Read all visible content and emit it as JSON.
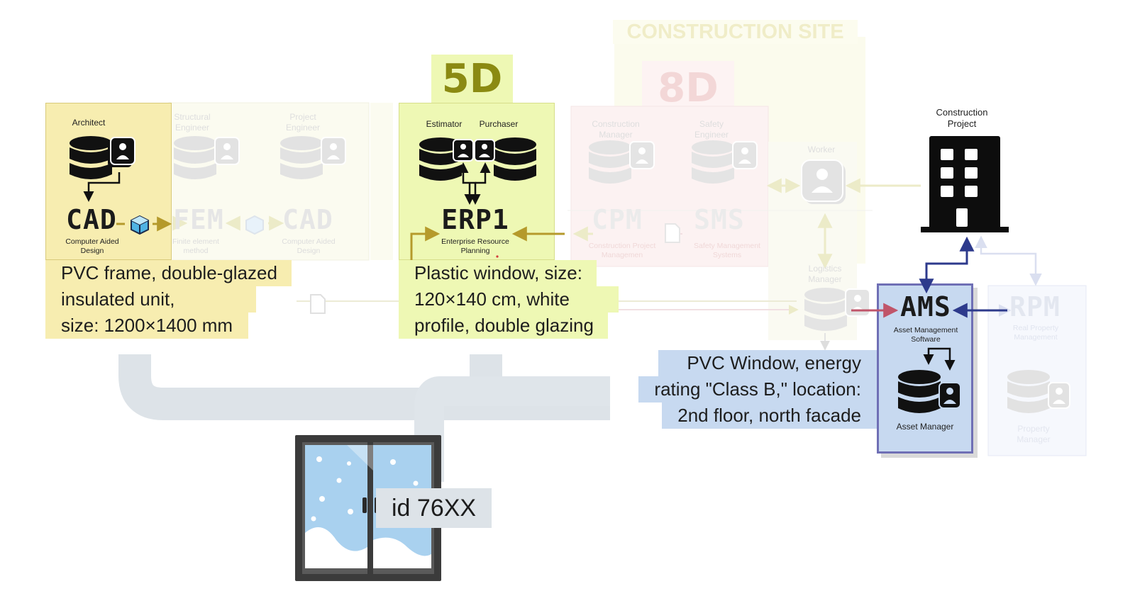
{
  "zones": {
    "construction_site": "CONSTRUCTION SITE",
    "dim_5d": "5D",
    "dim_8d": "8D"
  },
  "roles": {
    "architect": "Architect",
    "structural_engineer": "Structural Engineer",
    "project_engineer": "Project Engineer",
    "estimator": "Estimator",
    "purchaser": "Purchaser",
    "construction_manager": "Construction Manager",
    "safety_engineer": "Safety Engineer",
    "worker": "Worker",
    "logistics_manager": "Logistics Manager",
    "construction_project": "Construction Project",
    "asset_manager": "Asset Manager",
    "property_manager": "Property Manager"
  },
  "systems": {
    "cad1": {
      "name": "CAD",
      "desc": "Computer Aided Design"
    },
    "fem": {
      "name": "FEM",
      "desc": "Finite element method"
    },
    "cad2": {
      "name": "CAD",
      "desc": "Computer Aided Design"
    },
    "erp": {
      "name": "ERP1",
      "desc": "Enterprise Resource Planning"
    },
    "cpm": {
      "name": "CPM",
      "desc": "Construction Project Managemen"
    },
    "sms": {
      "name": "SMS",
      "desc": "Safety Management Systems"
    },
    "ams": {
      "name": "AMS",
      "desc": "Asset Management Software"
    },
    "rpm": {
      "name": "RPM",
      "desc": "Real Property Management"
    }
  },
  "callouts": {
    "design": [
      "PVC frame, double-glazed",
      "insulated unit,",
      "size: 1200×1400 mm"
    ],
    "erp": [
      "Plastic window, size:",
      "120×140 cm, white",
      "profile, double glazing"
    ],
    "ams": [
      "PVC Window, energy",
      "rating \"Class B,\" location:",
      "2nd floor, north facade"
    ],
    "window_id": "id 76XX"
  },
  "icons": [
    "database-user-icon",
    "cube-icon",
    "document-icon",
    "building-icon",
    "user-icon",
    "window-illustration"
  ],
  "colors": {
    "yellow_panel": "#f7edb0",
    "green_panel": "#eef8b4",
    "blue_panel": "#c7d9f0",
    "blue_border": "#6f6fb5",
    "gold_arrow": "#b59a2b",
    "navy_arrow": "#2d3a8c",
    "pipe": "#dde3e8"
  }
}
